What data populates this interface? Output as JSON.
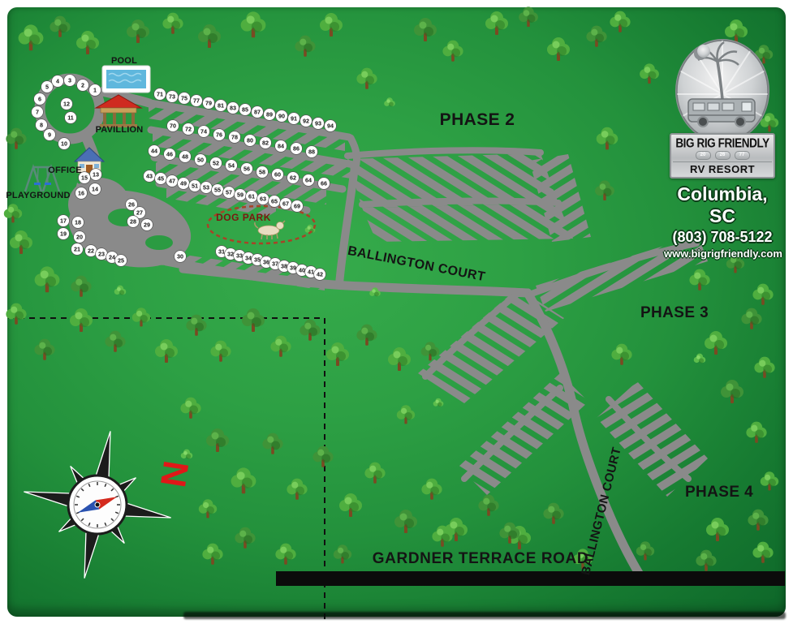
{
  "resort": {
    "name_line1": "BIG RIG FRIENDLY",
    "name_line2": "RV RESORT",
    "badge_numbers": [
      "20",
      "26",
      "77"
    ],
    "city": "Columbia, SC",
    "phone": "(803) 708-5122",
    "website": "www.bigrigfriendly.com"
  },
  "labels": {
    "pool": "POOL",
    "pavilion": "PAVILLION",
    "office": "OFFICE",
    "playground": "PLAYGROUND",
    "dog_park": "DOG PARK",
    "phase2": "PHASE 2",
    "phase3": "PHASE 3",
    "phase4": "PHASE 4",
    "ballington_court": "BALLINGTON COURT",
    "ballington_court_vertical": "BALLINGTON COURT",
    "gardner_terrace": "GARDNER TERRACE ROAD",
    "north": "N"
  },
  "colors": {
    "road_gray": "#8a8a8a",
    "grass_center": "#2fa546",
    "grass_edge": "#0e6629",
    "site_circle": "#ffffff",
    "north_red": "#e01818",
    "dog_park_red": "#a84327",
    "highway_black": "#0b0b0b",
    "pool_water": "#5fb7dd",
    "pavilion_roof": "#cf2b20"
  },
  "sites": [
    [
      1,
      117,
      111
    ],
    [
      2,
      102,
      105
    ],
    [
      3,
      86,
      99
    ],
    [
      4,
      71,
      100
    ],
    [
      5,
      58,
      107
    ],
    [
      6,
      49,
      122
    ],
    [
      7,
      46,
      138
    ],
    [
      8,
      51,
      154
    ],
    [
      9,
      61,
      166
    ],
    [
      10,
      79,
      177
    ],
    [
      11,
      87,
      145
    ],
    [
      12,
      82,
      128
    ],
    [
      13,
      118,
      215
    ],
    [
      14,
      117,
      233
    ],
    [
      15,
      104,
      219
    ],
    [
      16,
      100,
      238
    ],
    [
      17,
      78,
      272
    ],
    [
      18,
      96,
      274
    ],
    [
      19,
      78,
      288
    ],
    [
      20,
      98,
      292
    ],
    [
      21,
      95,
      307
    ],
    [
      22,
      112,
      309
    ],
    [
      23,
      125,
      313
    ],
    [
      24,
      138,
      317
    ],
    [
      25,
      149,
      321
    ],
    [
      26,
      162,
      252
    ],
    [
      27,
      172,
      262
    ],
    [
      28,
      164,
      273
    ],
    [
      29,
      181,
      277
    ],
    [
      30,
      222,
      316
    ],
    [
      31,
      273,
      310
    ],
    [
      32,
      284,
      313
    ],
    [
      33,
      295,
      315
    ],
    [
      34,
      306,
      318
    ],
    [
      35,
      317,
      320
    ],
    [
      36,
      328,
      323
    ],
    [
      37,
      339,
      325
    ],
    [
      38,
      350,
      328
    ],
    [
      39,
      361,
      330
    ],
    [
      40,
      372,
      333
    ],
    [
      41,
      383,
      335
    ],
    [
      42,
      394,
      338
    ],
    [
      43,
      184,
      217
    ],
    [
      45,
      198,
      220
    ],
    [
      47,
      212,
      223
    ],
    [
      49,
      226,
      226
    ],
    [
      51,
      240,
      229
    ],
    [
      53,
      254,
      231
    ],
    [
      55,
      268,
      234
    ],
    [
      57,
      282,
      237
    ],
    [
      59,
      296,
      240
    ],
    [
      61,
      310,
      242
    ],
    [
      63,
      324,
      245
    ],
    [
      65,
      338,
      248
    ],
    [
      67,
      352,
      251
    ],
    [
      69,
      366,
      254
    ],
    [
      44,
      190,
      186
    ],
    [
      46,
      209,
      190
    ],
    [
      48,
      228,
      193
    ],
    [
      50,
      247,
      197
    ],
    [
      52,
      266,
      201
    ],
    [
      54,
      285,
      204
    ],
    [
      56,
      304,
      208
    ],
    [
      58,
      323,
      212
    ],
    [
      60,
      342,
      215
    ],
    [
      62,
      361,
      219
    ],
    [
      64,
      380,
      222
    ],
    [
      66,
      399,
      226
    ],
    [
      70,
      213,
      155
    ],
    [
      72,
      232,
      159
    ],
    [
      74,
      251,
      162
    ],
    [
      76,
      270,
      166
    ],
    [
      78,
      289,
      169
    ],
    [
      80,
      308,
      173
    ],
    [
      82,
      327,
      176
    ],
    [
      84,
      346,
      180
    ],
    [
      86,
      365,
      183
    ],
    [
      88,
      384,
      187
    ],
    [
      71,
      197,
      116
    ],
    [
      73,
      212,
      119
    ],
    [
      75,
      227,
      121
    ],
    [
      77,
      242,
      124
    ],
    [
      79,
      257,
      127
    ],
    [
      81,
      272,
      130
    ],
    [
      83,
      287,
      133
    ],
    [
      85,
      302,
      135
    ],
    [
      87,
      317,
      138
    ],
    [
      89,
      332,
      141
    ],
    [
      90,
      347,
      143
    ],
    [
      91,
      362,
      146
    ],
    [
      92,
      377,
      149
    ],
    [
      93,
      392,
      152
    ],
    [
      94,
      407,
      155
    ]
  ]
}
